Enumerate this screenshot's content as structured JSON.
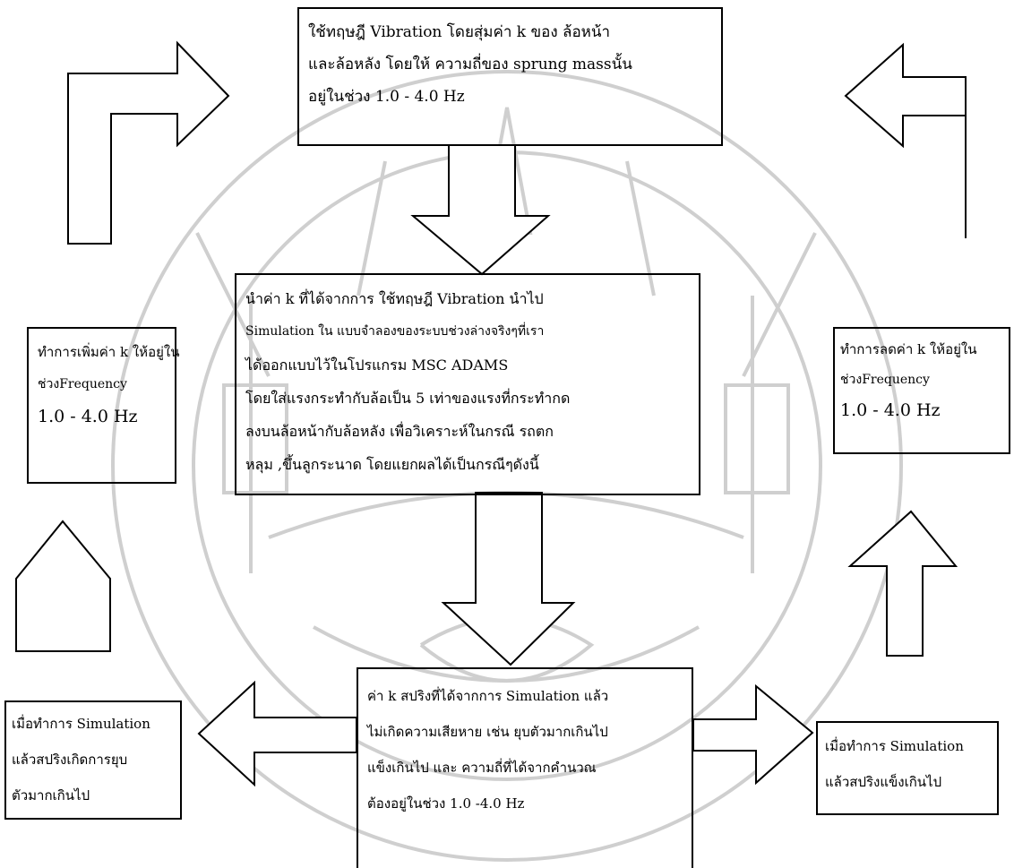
{
  "boxes": {
    "top": {
      "lines": [
        "ใช้ทฤษฎี Vibration โดยสุ่มค่า k ของ ล้อหน้า",
        "และล้อหลัง โดยให้ ความถี่ของ sprung massนั้น",
        "อยู่ในช่วง  1.0 - 4.0  Hz"
      ]
    },
    "center": {
      "lines": [
        "นำค่า k ที่ได้จากการ ใช้ทฤษฎี Vibration นำไป",
        "Simulation ใน แบบจำลองของระบบช่วงล่างจริงๆที่เรา",
        "ได้ออกแบบไว้ในโปรแกรม MSC ADAMS",
        "โดยใส่แรงกระทำกับล้อเป็น 5 เท่าของแรงที่กระทำกด",
        "ลงบนล้อหน้ากับล้อหลัง เพื่อวิเคราะห์ในกรณี รถตก",
        "หลุม ,ขึ้นลูกระนาด โดยแยกผลได้เป็นกรณีๆดังนี้"
      ]
    },
    "left": {
      "lines": [
        "ทำการเพิ่มค่า k ให้อยู่ใน",
        "ช่วงFrequency",
        "1.0 - 4.0  Hz"
      ]
    },
    "right": {
      "lines": [
        "ทำการลดค่า k ให้อยู่ใน",
        "ช่วงFrequency",
        "1.0 - 4.0  Hz"
      ]
    },
    "bottom": {
      "lines": [
        "ค่า k สปริงที่ได้จากการ Simulation แล้ว",
        "ไม่เกิดความเสียหาย เช่น ยุบตัวมากเกินไป",
        "แข็งเกินไป และ ความถี่ที่ได้จากคำนวณ",
        "ต้องอยู่ในช่วง  1.0 -4.0 Hz"
      ]
    },
    "bottom_left": {
      "lines": [
        "เมื่อทำการ Simulation",
        "แล้วสปริงเกิดการยุบ",
        "ตัวมากเกินไป"
      ]
    },
    "bottom_right": {
      "lines": [
        "เมื่อทำการ Simulation",
        "แล้วสปริงแข็งเกินไป"
      ]
    }
  },
  "colors": {
    "border": "#000000",
    "watermark": "#c8c8c8",
    "background": "#ffffff"
  }
}
